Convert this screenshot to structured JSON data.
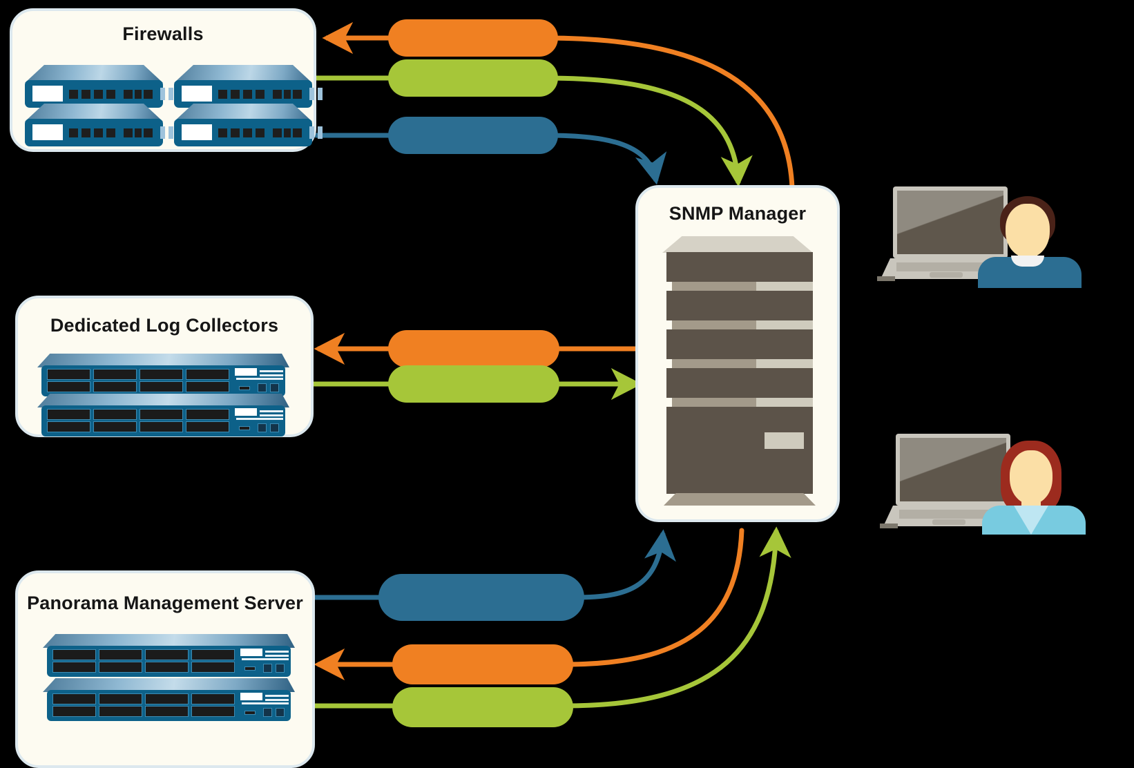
{
  "diagram": {
    "title": "SNMP Manager network monitoring topology",
    "background_color": "#000000"
  },
  "palette": {
    "orange": "#F08022",
    "green": "#A6C639",
    "blue": "#2C6E92",
    "panel_fill": "#FDFBF1",
    "panel_border": "#DCE8EE",
    "device_blue": "#0D6189",
    "server_body": "#5C5349",
    "server_strip": "#A39A8A",
    "skin": "#FBDFA6",
    "male_shirt": "#2C6E92",
    "male_hair": "#4A2218",
    "female_top": "#78CBE0",
    "female_hair": "#9C2B1E"
  },
  "groups": [
    {
      "id": "firewalls",
      "title": "Firewalls",
      "device_type": "firewall-appliance",
      "device_count": 4
    },
    {
      "id": "log-collectors",
      "title": "Dedicated Log Collectors",
      "device_type": "log-collector-appliance",
      "device_count": 2
    },
    {
      "id": "panorama",
      "title": "Panorama Management Server",
      "device_type": "panorama-appliance",
      "device_count": 2
    }
  ],
  "snmp": {
    "title": "SNMP Manager",
    "device_type": "server-tower"
  },
  "users": [
    {
      "id": "user-male",
      "device": "laptop",
      "gender": "male"
    },
    {
      "id": "user-female",
      "device": "laptop",
      "gender": "female"
    }
  ],
  "connections": [
    {
      "id": "fw-orange",
      "from": "snmp",
      "to": "firewalls",
      "color": "#F08022",
      "arrow_at": "firewalls"
    },
    {
      "id": "fw-green",
      "from": "firewalls",
      "to": "snmp",
      "color": "#A6C639",
      "arrow_at": "snmp"
    },
    {
      "id": "fw-blue",
      "from": "firewalls",
      "to": "snmp",
      "color": "#2C6E92",
      "arrow_at": "snmp"
    },
    {
      "id": "dlc-orange",
      "from": "snmp",
      "to": "log-collectors",
      "color": "#F08022",
      "arrow_at": "log-collectors"
    },
    {
      "id": "dlc-green",
      "from": "log-collectors",
      "to": "snmp",
      "color": "#A6C639",
      "arrow_at": "snmp"
    },
    {
      "id": "pan-blue",
      "from": "panorama",
      "to": "snmp",
      "color": "#2C6E92",
      "arrow_at": "snmp"
    },
    {
      "id": "pan-orange",
      "from": "snmp",
      "to": "panorama",
      "color": "#F08022",
      "arrow_at": "panorama"
    },
    {
      "id": "pan-green",
      "from": "panorama",
      "to": "snmp",
      "color": "#A6C639",
      "arrow_at": "snmp"
    }
  ],
  "pills": [
    {
      "id": "pill-fw-orange",
      "color": "#F08022"
    },
    {
      "id": "pill-fw-green",
      "color": "#A6C639"
    },
    {
      "id": "pill-fw-blue",
      "color": "#2C6E92"
    },
    {
      "id": "pill-dlc-orange",
      "color": "#F08022"
    },
    {
      "id": "pill-dlc-green",
      "color": "#A6C639"
    },
    {
      "id": "pill-pan-blue",
      "color": "#2C6E92"
    },
    {
      "id": "pill-pan-orange",
      "color": "#F08022"
    },
    {
      "id": "pill-pan-green",
      "color": "#A6C639"
    }
  ]
}
